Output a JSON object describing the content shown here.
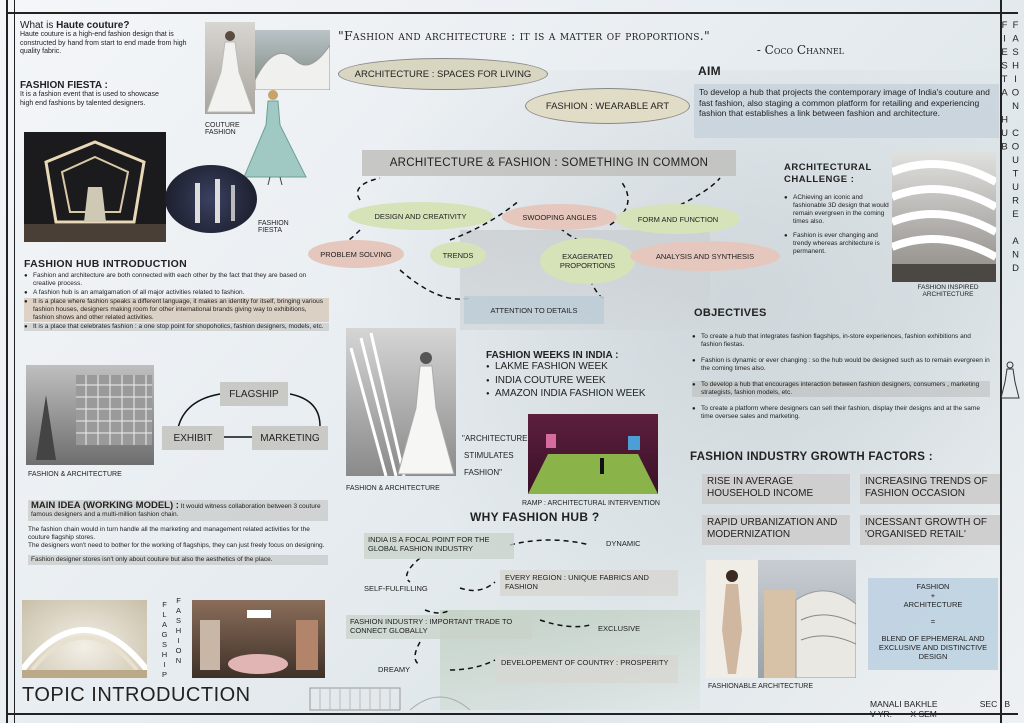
{
  "haute": {
    "title_prefix": "What is ",
    "title_bold": "Haute couture?",
    "text": "Haute couture is a high-end fashion design that is constructed by hand from start to end made from high quality fabric."
  },
  "fiesta": {
    "title": "FASHION FIESTA",
    "colon": " :",
    "text": "It is a fashion event that is used to showcase high end fashions by talented designers."
  },
  "captions": {
    "couture": "COUTURE FASHION",
    "fiesta": "FASHION FIESTA",
    "fashion_arch_1": "FASHION & ARCHITECTURE",
    "fashion_arch_2": "FASHION & ARCHITECTURE",
    "ramp": "RAMP : ARCHITECTURAL INTERVENTION",
    "inspired": "FASHION INSPIRED ARCHITECTURE",
    "fashionable": "FASHIONABLE ARCHITECTURE"
  },
  "quote": {
    "text": "\"Fashion and architecture : it is a matter of proportions.\"",
    "author": "- Coco Channel"
  },
  "ellipses": {
    "spaces": "ARCHITECTURE : SPACES FOR LIVING",
    "wearable": "FASHION : WEARABLE ART"
  },
  "aim": {
    "title": "AIM",
    "text": "To develop a hub that projects the contemporary image of India's couture and fast fashion, also staging a common platform for retailing and experiencing fashion that establishes a link between fashion and architecture."
  },
  "common": {
    "title": "ARCHITECTURE & FASHION : SOMETHING IN COMMON",
    "nodes": {
      "design": "DESIGN AND CREATIVITY",
      "swooping": "SWOOPING ANGLES",
      "form": "FORM AND FUNCTION",
      "problem": "PROBLEM SOLVING",
      "trends": "TRENDS",
      "exag": "EXAGERATED PROPORTIONS",
      "analysis": "ANALYSIS AND SYNTHESIS",
      "attention": "ATTENTION TO DETAILS"
    }
  },
  "challenge": {
    "title": "ARCHITECTURAL CHALLENGE :",
    "items": [
      "AChieving an iconic and fashionable 3D design that would remain evergreen in the coming times also.",
      "Fashion is ever changing and trendy whereas architecture is permanent."
    ]
  },
  "hub_intro": {
    "title": "FASHION HUB INTRODUCTION",
    "items": [
      "Fashion and architecture are both connected with each other by the fact that they are based on creative process.",
      "A fashion hub is an amalgamation of all major activities related to fashion.",
      "It is a place where fashion speaks a different language, it makes an identity for itself, bringing various fashion houses, designers making room for other international brands giving way to exhibitions, fashion shows and other related activities.",
      "It is a place that celebrates fashion : a one stop point for shopoholics, fashion designers, models, etc."
    ]
  },
  "diagram": {
    "flagship": "FLAGSHIP",
    "exhibit": "EXHIBIT",
    "marketing": "MARKETING"
  },
  "weeks": {
    "title": "FASHION WEEKS IN INDIA :",
    "items": [
      "LAKME FASHION WEEK",
      "INDIA COUTURE WEEK",
      "AMAZON INDIA FASHION WEEK"
    ]
  },
  "stimulates": {
    "l1": "\"ARCHITECTURE",
    "l2": "STIMULATES",
    "l3": "FASHION\""
  },
  "objectives": {
    "title": "OBJECTIVES",
    "items": [
      "To create a hub that integrates fashion flagships, in-store experiences, fashion exhibitions and fashion fiestas.",
      "Fashion is dynamic or ever changing : so the hub would be designed such as to remain evergreen in the coming times also.",
      "To develop a hub that encourages interaction between fashion designers, consumers , marketing strategists, fashion models, etc.",
      "To create a platform where designers can sell their fashion, display their designs and at the same time oversee sales and marketing."
    ]
  },
  "main_idea": {
    "title": "MAIN IDEA (WORKING MODEL) :",
    "p1": "It would witness collaboration between 3 couture famous designers and a multi-million fashion chain.",
    "p2": "The fashion chain would in turn handle all the marketing and management related activities for the couture flagship stores.",
    "p3": "The designers won't need to bother for the working of flagships, they can just freely focus on designing.",
    "p4": "Fashion designer stores isn't only about couture but also the aesthetics of the place."
  },
  "why": {
    "title": "WHY FASHION HUB ?",
    "focal": "INDIA IS A FOCAL POINT FOR THE GLOBAL FASHION INDUSTRY",
    "dynamic": "DYNAMIC",
    "every": "EVERY REGION : UNIQUE FABRICS AND FASHION",
    "self": "SELF-FULFILLING",
    "trade": "FASHION INDUSTRY : IMPORTANT TRADE TO CONNECT GLOBALLY",
    "exclusive": "EXCLUSIVE",
    "dreamy": "DREAMY",
    "develop": "DEVELOPEMENT OF COUNTRY : PROSPERITY"
  },
  "growth": {
    "title": "FASHION INDUSTRY GROWTH FACTORS :",
    "items": [
      "RISE IN AVERAGE HOUSEHOLD INCOME",
      "INCREASING TRENDS OF FASHION OCCASION",
      "RAPID URBANIZATION AND MODERNIZATION",
      "INCESSANT GROWTH OF 'ORGANISED RETAIL'"
    ]
  },
  "formula": {
    "a": "FASHION",
    "plus": "+",
    "b": "ARCHITECTURE",
    "eq": "=",
    "c": "BLEND OF EPHEMERAL AND EXCLUSIVE AND DISTINCTIVE DESIGN"
  },
  "vertical_left": {
    "a": "FLAGSHIP",
    "b": "FASHION"
  },
  "vertical_right": "FASHION COUTURE AND FIESTA HUB",
  "topic": "TOPIC INTRODUCTION",
  "author": {
    "name": "MANALI BAKHLE",
    "sec": "SEC : B",
    "year": "V YR.",
    "sem": "X SEM"
  }
}
